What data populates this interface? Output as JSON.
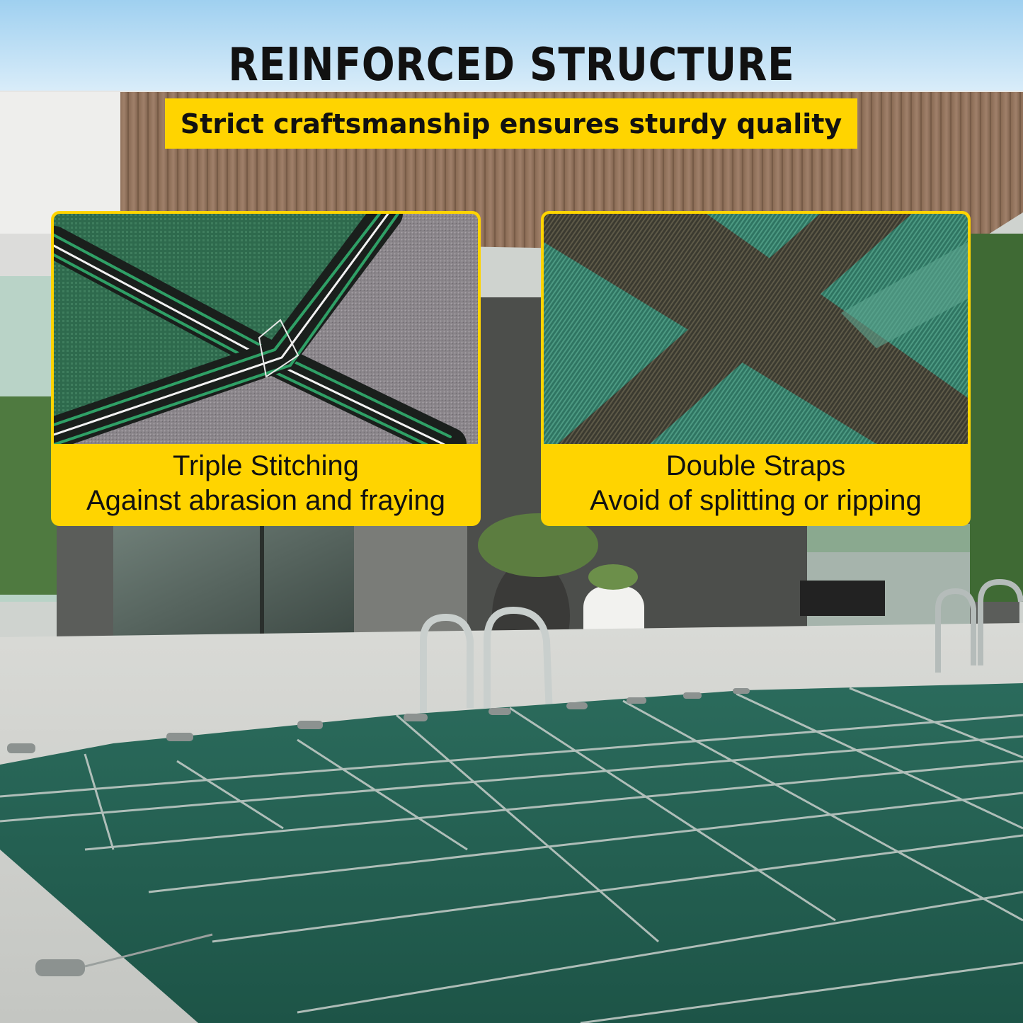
{
  "header": {
    "title": "REINFORCED STRUCTURE",
    "subtitle": "Strict craftsmanship ensures sturdy quality"
  },
  "cards": [
    {
      "heading": "Triple Stitching",
      "description": "Against abrasion and fraying"
    },
    {
      "heading": "Double Straps",
      "description": "Avoid of splitting or ripping"
    }
  ],
  "colors": {
    "accent_yellow": "#ffd400",
    "cover_green": "#1f5a4c",
    "text_dark": "#111111"
  }
}
